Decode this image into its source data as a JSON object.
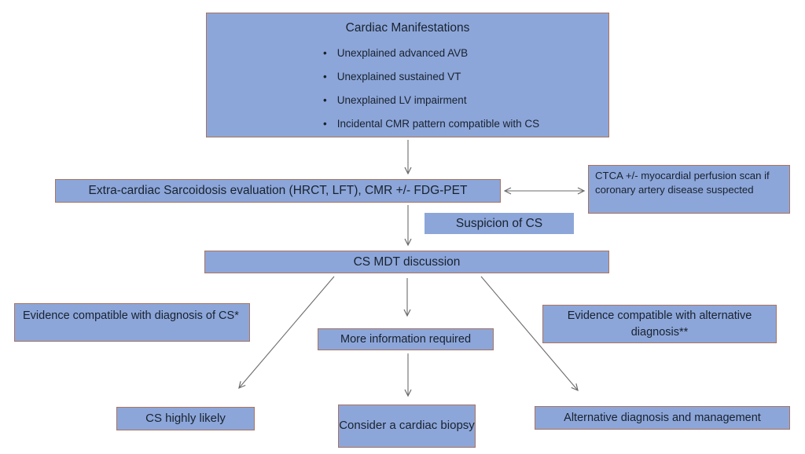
{
  "colors": {
    "box_fill": "#8da6d9",
    "box_border": "#a9745f",
    "text": "#18222f",
    "arrow": "#6b6b6b",
    "background": "#ffffff"
  },
  "nodes": {
    "cardiac_manifestations": {
      "title": "Cardiac Manifestations",
      "bullets": [
        "Unexplained advanced AVB",
        "Unexplained sustained VT",
        "Unexplained LV impairment",
        "Incidental CMR pattern compatible with CS"
      ]
    },
    "extracardiac_evaluation": {
      "label": "Extra-cardiac Sarcoidosis evaluation (HRCT, LFT), CMR +/- FDG-PET"
    },
    "ctca": {
      "label": "CTCA +/- myocardial perfusion scan if coronary artery disease suspected"
    },
    "suspicion": {
      "label": "Suspicion of CS"
    },
    "mdt": {
      "label": "CS MDT discussion"
    },
    "evidence_cs": {
      "label": "Evidence compatible with diagnosis of CS*"
    },
    "more_info": {
      "label": "More information required"
    },
    "evidence_alt": {
      "label": "Evidence compatible with alternative diagnosis**"
    },
    "cs_highly_likely": {
      "label": "CS highly likely"
    },
    "cardiac_biopsy": {
      "label": "Consider a cardiac biopsy"
    },
    "alt_management": {
      "label": "Alternative diagnosis and management"
    }
  }
}
